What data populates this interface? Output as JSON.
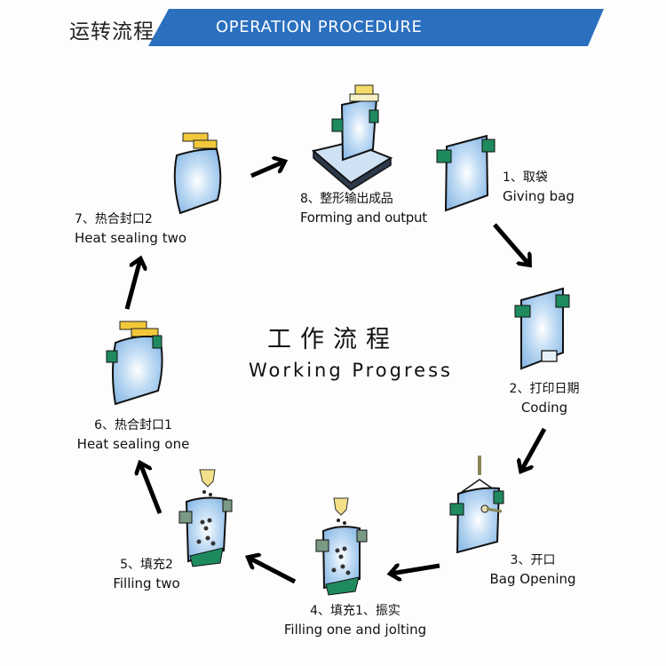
{
  "header": {
    "title_cn": "运转流程",
    "banner_text": "OPERATION PROCEDURE",
    "banner_color": "#2b6fbf"
  },
  "center": {
    "title_cn": "工作流程",
    "title_en": "Working Progress"
  },
  "steps": [
    {
      "num": "1",
      "cn": "1、取袋",
      "en": "Giving bag",
      "icon": "bag-with-clamps-icon"
    },
    {
      "num": "2",
      "cn": "2、打印日期",
      "en": "Coding",
      "icon": "bag-coding-icon"
    },
    {
      "num": "3",
      "cn": "3、开口",
      "en": "Bag Opening",
      "icon": "bag-opening-icon"
    },
    {
      "num": "4",
      "cn": "4、填充1、振实",
      "en": "Filling one and jolting",
      "icon": "bag-filling-icon"
    },
    {
      "num": "5",
      "cn": "5、填充2",
      "en": "Filling two",
      "icon": "bag-filling-icon"
    },
    {
      "num": "6",
      "cn": "6、热合封口1",
      "en": "Heat sealing one",
      "icon": "heat-sealing-icon"
    },
    {
      "num": "7",
      "cn": "7、热合封口2",
      "en": "Heat sealing two",
      "icon": "heat-sealing-icon"
    },
    {
      "num": "8",
      "cn": "8、整形输出成品",
      "en": "Forming and output",
      "icon": "conveyor-output-icon"
    }
  ],
  "colors": {
    "bag_fill": "#9cc6ea",
    "clamp": "#1f8a5e",
    "sealer": "#f2c83a",
    "arrow": "#000000"
  }
}
